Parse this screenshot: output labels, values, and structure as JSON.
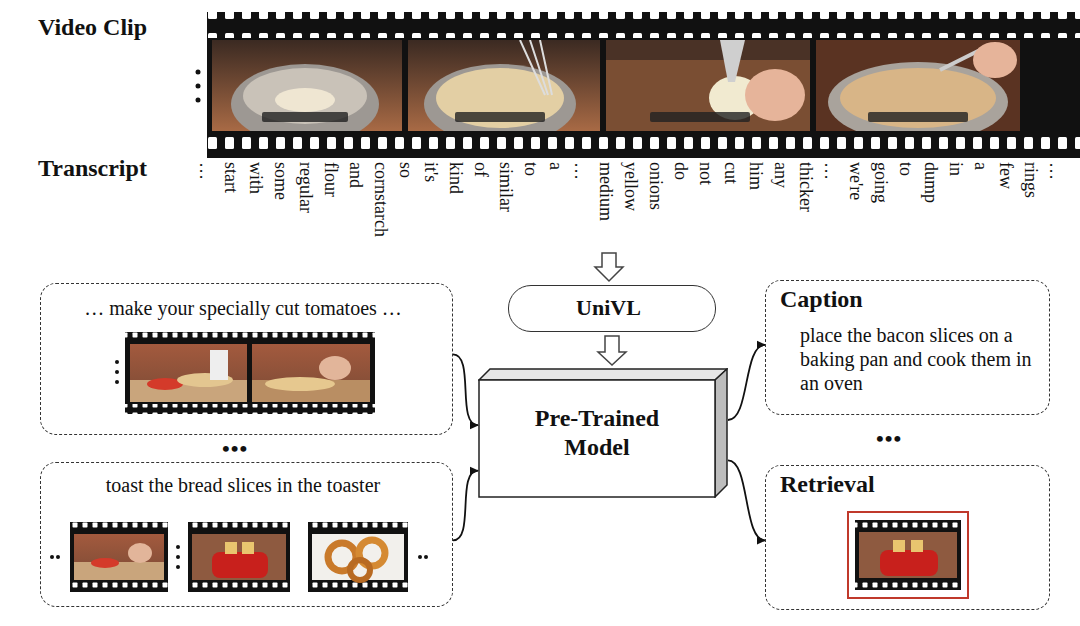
{
  "diagram": {
    "nodes": [
      {
        "text": [
          "… make your specially cut tomatoes …"
        ]
      },
      {
        "text": [
          "toast the bread slices in the toaster"
        ]
      },
      {
        "text": [
          "UniVL"
        ]
      },
      {
        "text": [
          "Pre-Trained Model"
        ]
      },
      {
        "text": [
          "Caption",
          "place the bacon slices on a baking pan and cook them in an oven"
        ]
      },
      {
        "text": [
          "Retrieval"
        ]
      }
    ],
    "edges": [
      {
        "from": 2,
        "to": 3,
        "arrow": "to"
      },
      {
        "from": 0,
        "to": 3,
        "arrow": "to"
      },
      {
        "from": 1,
        "to": 3,
        "arrow": "to"
      },
      {
        "from": 3,
        "to": 4,
        "arrow": "to"
      },
      {
        "from": 3,
        "to": 5,
        "arrow": "to"
      }
    ],
    "labels": [
      "Video Clip",
      "Transcript",
      "…",
      "start",
      "with",
      "some",
      "regular",
      "flour",
      "and",
      "cornstarch",
      "so",
      "it's",
      "kind",
      "of",
      "similar",
      "to",
      "a",
      "…",
      "medium",
      "yellow",
      "onions",
      "do",
      "not",
      "cut",
      "him",
      "any",
      "thicker",
      "…",
      "we're",
      "going",
      "to",
      "dump",
      "in",
      "a",
      "few",
      "rings",
      "…",
      "•••",
      "•••"
    ]
  }
}
